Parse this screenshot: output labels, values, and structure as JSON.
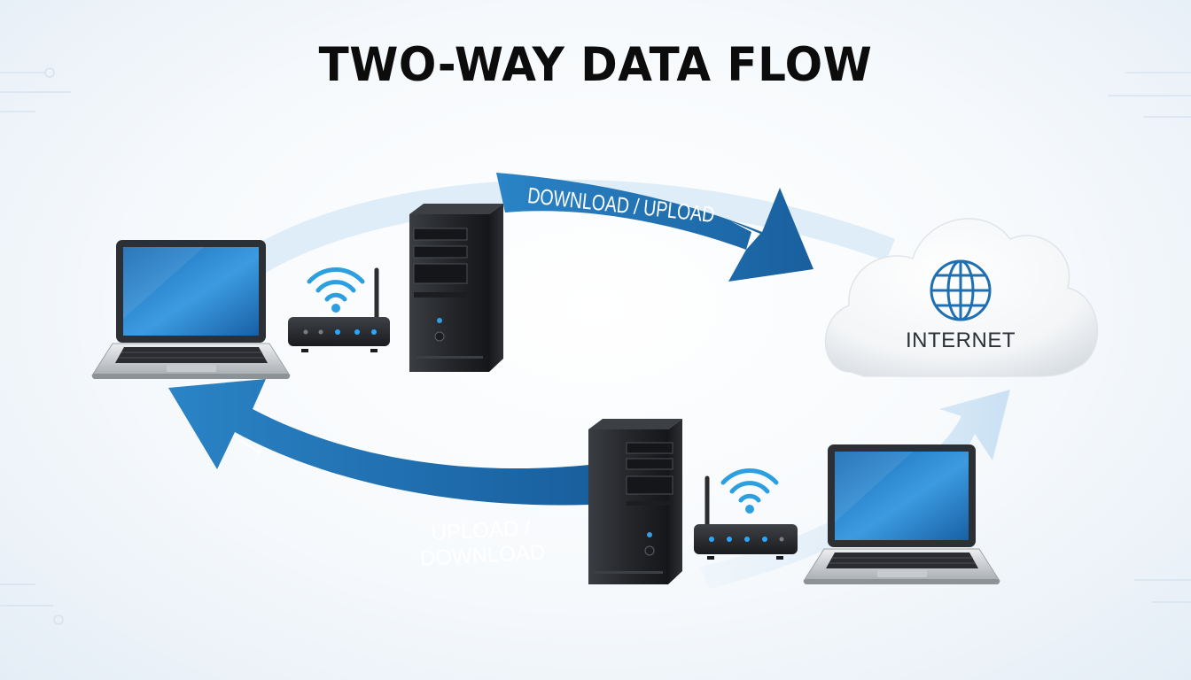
{
  "title": "TWO-WAY DATA FLOW",
  "arrows": {
    "top_label": "DOWNLOAD / UPLOAD",
    "bottom_label_line1": "UPLOAD /",
    "bottom_label_line2": "DOWNLOAD"
  },
  "cloud": {
    "label": "INTERNET"
  },
  "colors": {
    "arrow_blue": "#1f72b6",
    "arrow_light": "#d3e6f5",
    "signal_blue": "#2c9fe0",
    "screen_blue": "#2a86d0",
    "tower_dark": "#1d1f22"
  }
}
